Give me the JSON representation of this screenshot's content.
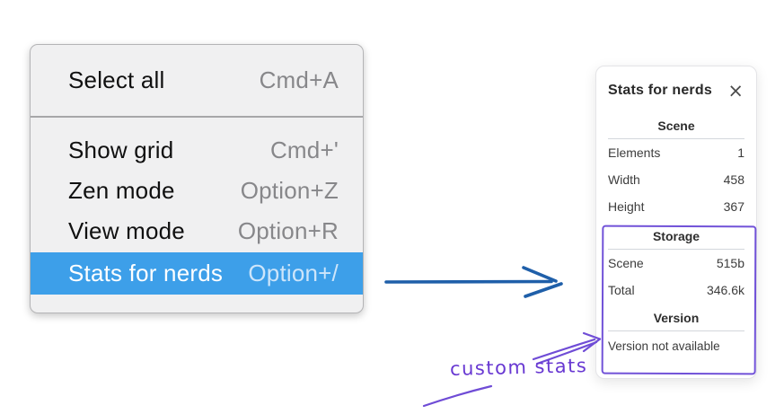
{
  "context_menu": {
    "groups": [
      {
        "items": [
          {
            "label": "Select all",
            "shortcut": "Cmd+A"
          }
        ]
      },
      {
        "items": [
          {
            "label": "Show grid",
            "shortcut": "Cmd+'"
          },
          {
            "label": "Zen mode",
            "shortcut": "Option+Z"
          },
          {
            "label": "View mode",
            "shortcut": "Option+R"
          },
          {
            "label": "Stats for nerds",
            "shortcut": "Option+/",
            "highlighted": true
          }
        ]
      }
    ],
    "highlight_color": "#3d9fe9"
  },
  "stats_panel": {
    "title": "Stats for nerds",
    "close_icon": "×",
    "scene_section": {
      "heading": "Scene",
      "rows": [
        {
          "label": "Elements",
          "value": "1"
        },
        {
          "label": "Width",
          "value": "458"
        },
        {
          "label": "Height",
          "value": "367"
        }
      ]
    },
    "storage_section": {
      "heading": "Storage",
      "rows": [
        {
          "label": "Scene",
          "value": "515b"
        },
        {
          "label": "Total",
          "value": "346.6k"
        }
      ]
    },
    "version_section": {
      "heading": "Version",
      "note": "Version not available"
    }
  },
  "annotation": {
    "label": "custom stats",
    "color": "#6838d2",
    "box_color": "#7152d8"
  },
  "flow_arrow": {
    "color": "#1f5fa9"
  }
}
